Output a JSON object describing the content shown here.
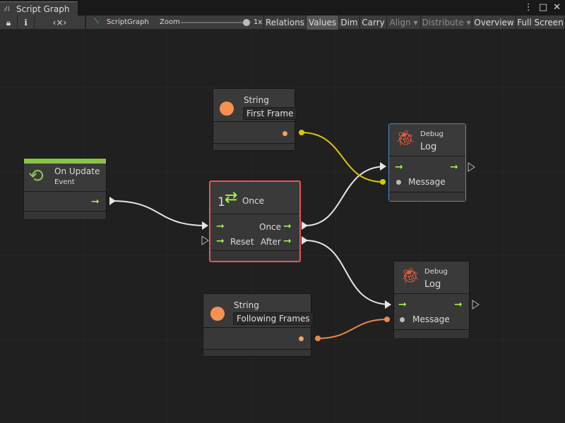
{
  "window": {
    "tab_title": "Script Graph"
  },
  "toolbar": {
    "graph_name": "ScriptGraph",
    "zoom_label": "Zoom",
    "zoom_value": "1x",
    "zoom_level": 1.0,
    "buttons": [
      "Relations",
      "Values",
      "Dim",
      "Carry",
      "Align",
      "Distribute",
      "Overview",
      "Full Screen"
    ],
    "active": "Values"
  },
  "nodes": {
    "string_first": {
      "title": "String",
      "value": "First Frame"
    },
    "debug_log_1": {
      "subtitle": "Debug",
      "title": "Log",
      "port": "Message"
    },
    "on_update": {
      "title": "On Update",
      "subtitle": "Event"
    },
    "once": {
      "count": "1",
      "title": "Once",
      "out_once": "Once",
      "in_reset": "Reset",
      "out_after": "After"
    },
    "debug_log_2": {
      "subtitle": "Debug",
      "title": "Log",
      "port": "Message"
    },
    "string_following": {
      "title": "String",
      "value": "Following Frames"
    }
  },
  "colors": {
    "flow": "#a5ff4a",
    "string_port": "#f0a060",
    "yellow_wire": "#d8c800",
    "orange_wire": "#e8894d",
    "selected": "#e85555",
    "debug_border": "#4d8fc0",
    "event_bar": "#8bc34a"
  }
}
